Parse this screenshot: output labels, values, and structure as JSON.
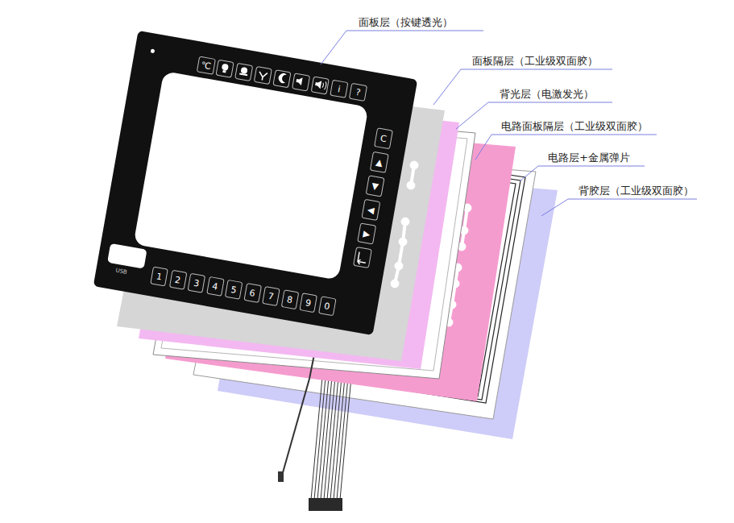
{
  "diagram": {
    "nodes": [
      {
        "text": [
          "USB"
        ]
      },
      {
        "text": [
          "℃"
        ],
        "in": 0
      },
      {
        "text": [
          "i"
        ],
        "in": 0
      },
      {
        "text": [
          "?"
        ],
        "in": 0
      },
      {
        "text": [
          "C"
        ],
        "in": 0
      },
      {
        "text": [
          "▲"
        ],
        "in": 0
      },
      {
        "text": [
          "▼"
        ],
        "in": 0
      },
      {
        "text": [
          "◀"
        ],
        "in": 0
      },
      {
        "text": [
          "▶"
        ],
        "in": 0
      },
      {
        "text": [
          "1"
        ],
        "in": 0
      },
      {
        "text": [
          "2"
        ],
        "in": 0
      },
      {
        "text": [
          "3"
        ],
        "in": 0
      },
      {
        "text": [
          "4"
        ],
        "in": 0
      },
      {
        "text": [
          "5"
        ],
        "in": 0
      },
      {
        "text": [
          "6"
        ],
        "in": 0
      },
      {
        "text": [
          "7"
        ],
        "in": 0
      },
      {
        "text": [
          "8"
        ],
        "in": 0
      },
      {
        "text": [
          "9"
        ],
        "in": 0
      },
      {
        "text": [
          "0"
        ],
        "in": 0
      }
    ],
    "labels": [
      "面板层（按键透光）",
      "面板隔层（工业级双面胶）",
      "背光层（电激发光）",
      "电路面板隔层（工业级双面胶）",
      "电路层+金属弹片",
      "背胶层（工业级双面胶）"
    ]
  }
}
